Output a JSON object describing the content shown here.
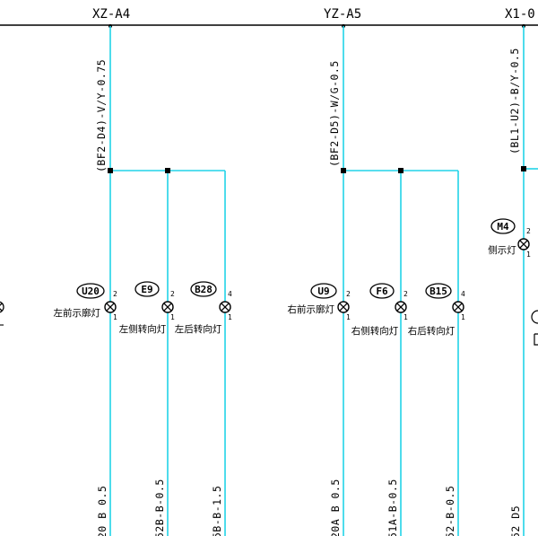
{
  "colors": {
    "wire": "#22d3e8",
    "ink": "#000000",
    "background": "#ffffff"
  },
  "connectors": [
    {
      "id": "xz-a4",
      "label": "XZ-A4"
    },
    {
      "id": "yz-a5",
      "label": "YZ-A5"
    },
    {
      "id": "x1-0",
      "label": "X1-0"
    }
  ],
  "wire_labels": {
    "a4_top": "(BF2-D4)-V/Y-0.75",
    "a5_top": "(BF2-D5)-W/G-0.5",
    "x1_top": "(BL1-U2)-B/Y-0.5",
    "a4_b1": "20 B 0.5",
    "a4_b2": "52B-B-0.5",
    "a4_b3": "5B-B-1.5",
    "a5_b1": "20A B 0.5",
    "a5_b2": "51A-B-0.5",
    "a5_b3": "52-B-0.5",
    "x1_b1": "52 D5"
  },
  "lamps": [
    {
      "code": "U20",
      "name": "左前示廓灯",
      "pin_top": "2",
      "pin_bottom": "1"
    },
    {
      "code": "E9",
      "name": "左侧转向灯",
      "pin_top": "2",
      "pin_bottom": "1"
    },
    {
      "code": "B28",
      "name": "左后转向灯",
      "pin_top": "4",
      "pin_bottom": "1"
    },
    {
      "code": "U9",
      "name": "右前示廓灯",
      "pin_top": "2",
      "pin_bottom": "1"
    },
    {
      "code": "F6",
      "name": "右侧转向灯",
      "pin_top": "2",
      "pin_bottom": "1"
    },
    {
      "code": "B15",
      "name": "右后转向灯",
      "pin_top": "4",
      "pin_bottom": "1"
    },
    {
      "code": "M4",
      "name": "侧示灯",
      "pin_top": "2",
      "pin_bottom": "1"
    }
  ]
}
